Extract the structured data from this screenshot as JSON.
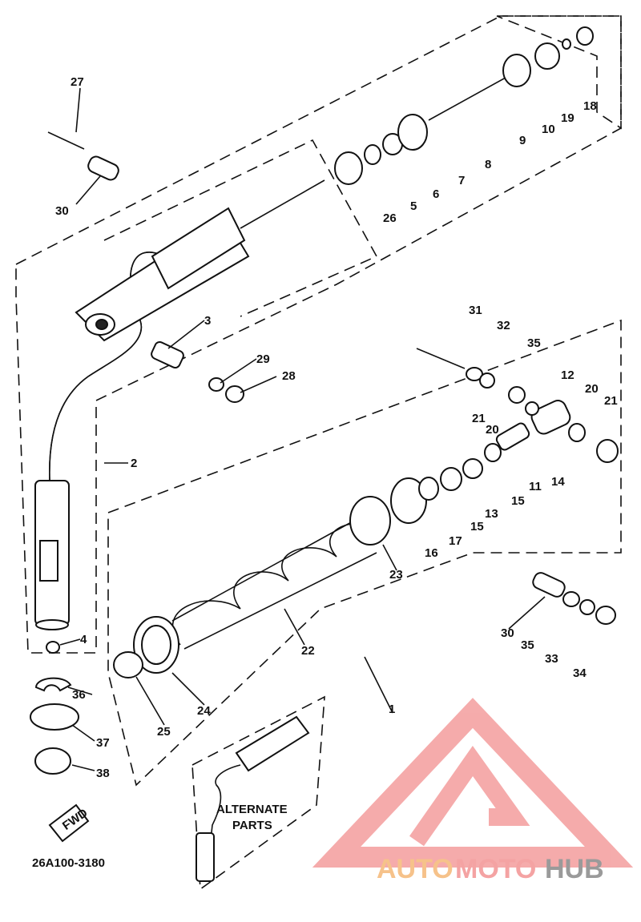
{
  "diagram": {
    "callouts": [
      "1",
      "2",
      "3",
      "4",
      "5",
      "6",
      "7",
      "8",
      "9",
      "10",
      "11",
      "12",
      "13",
      "14",
      "15",
      "15",
      "16",
      "17",
      "18",
      "19",
      "20",
      "20",
      "21",
      "21",
      "22",
      "23",
      "24",
      "25",
      "26",
      "27",
      "28",
      "29",
      "30",
      "30",
      "31",
      "32",
      "33",
      "34",
      "35",
      "35",
      "36",
      "37",
      "38"
    ],
    "alternate_label_line1": "ALTERNATE",
    "alternate_label_line2": "PARTS",
    "fwd_label": "FWD",
    "part_code": "26A100-3180"
  },
  "watermark": {
    "part1": "AUTO",
    "part2": "MOTO",
    "part3": "HUB",
    "color_primary": "#f4a3a3",
    "color_secondary": "#f6c28a",
    "color_tertiary": "#9a9a9a"
  }
}
